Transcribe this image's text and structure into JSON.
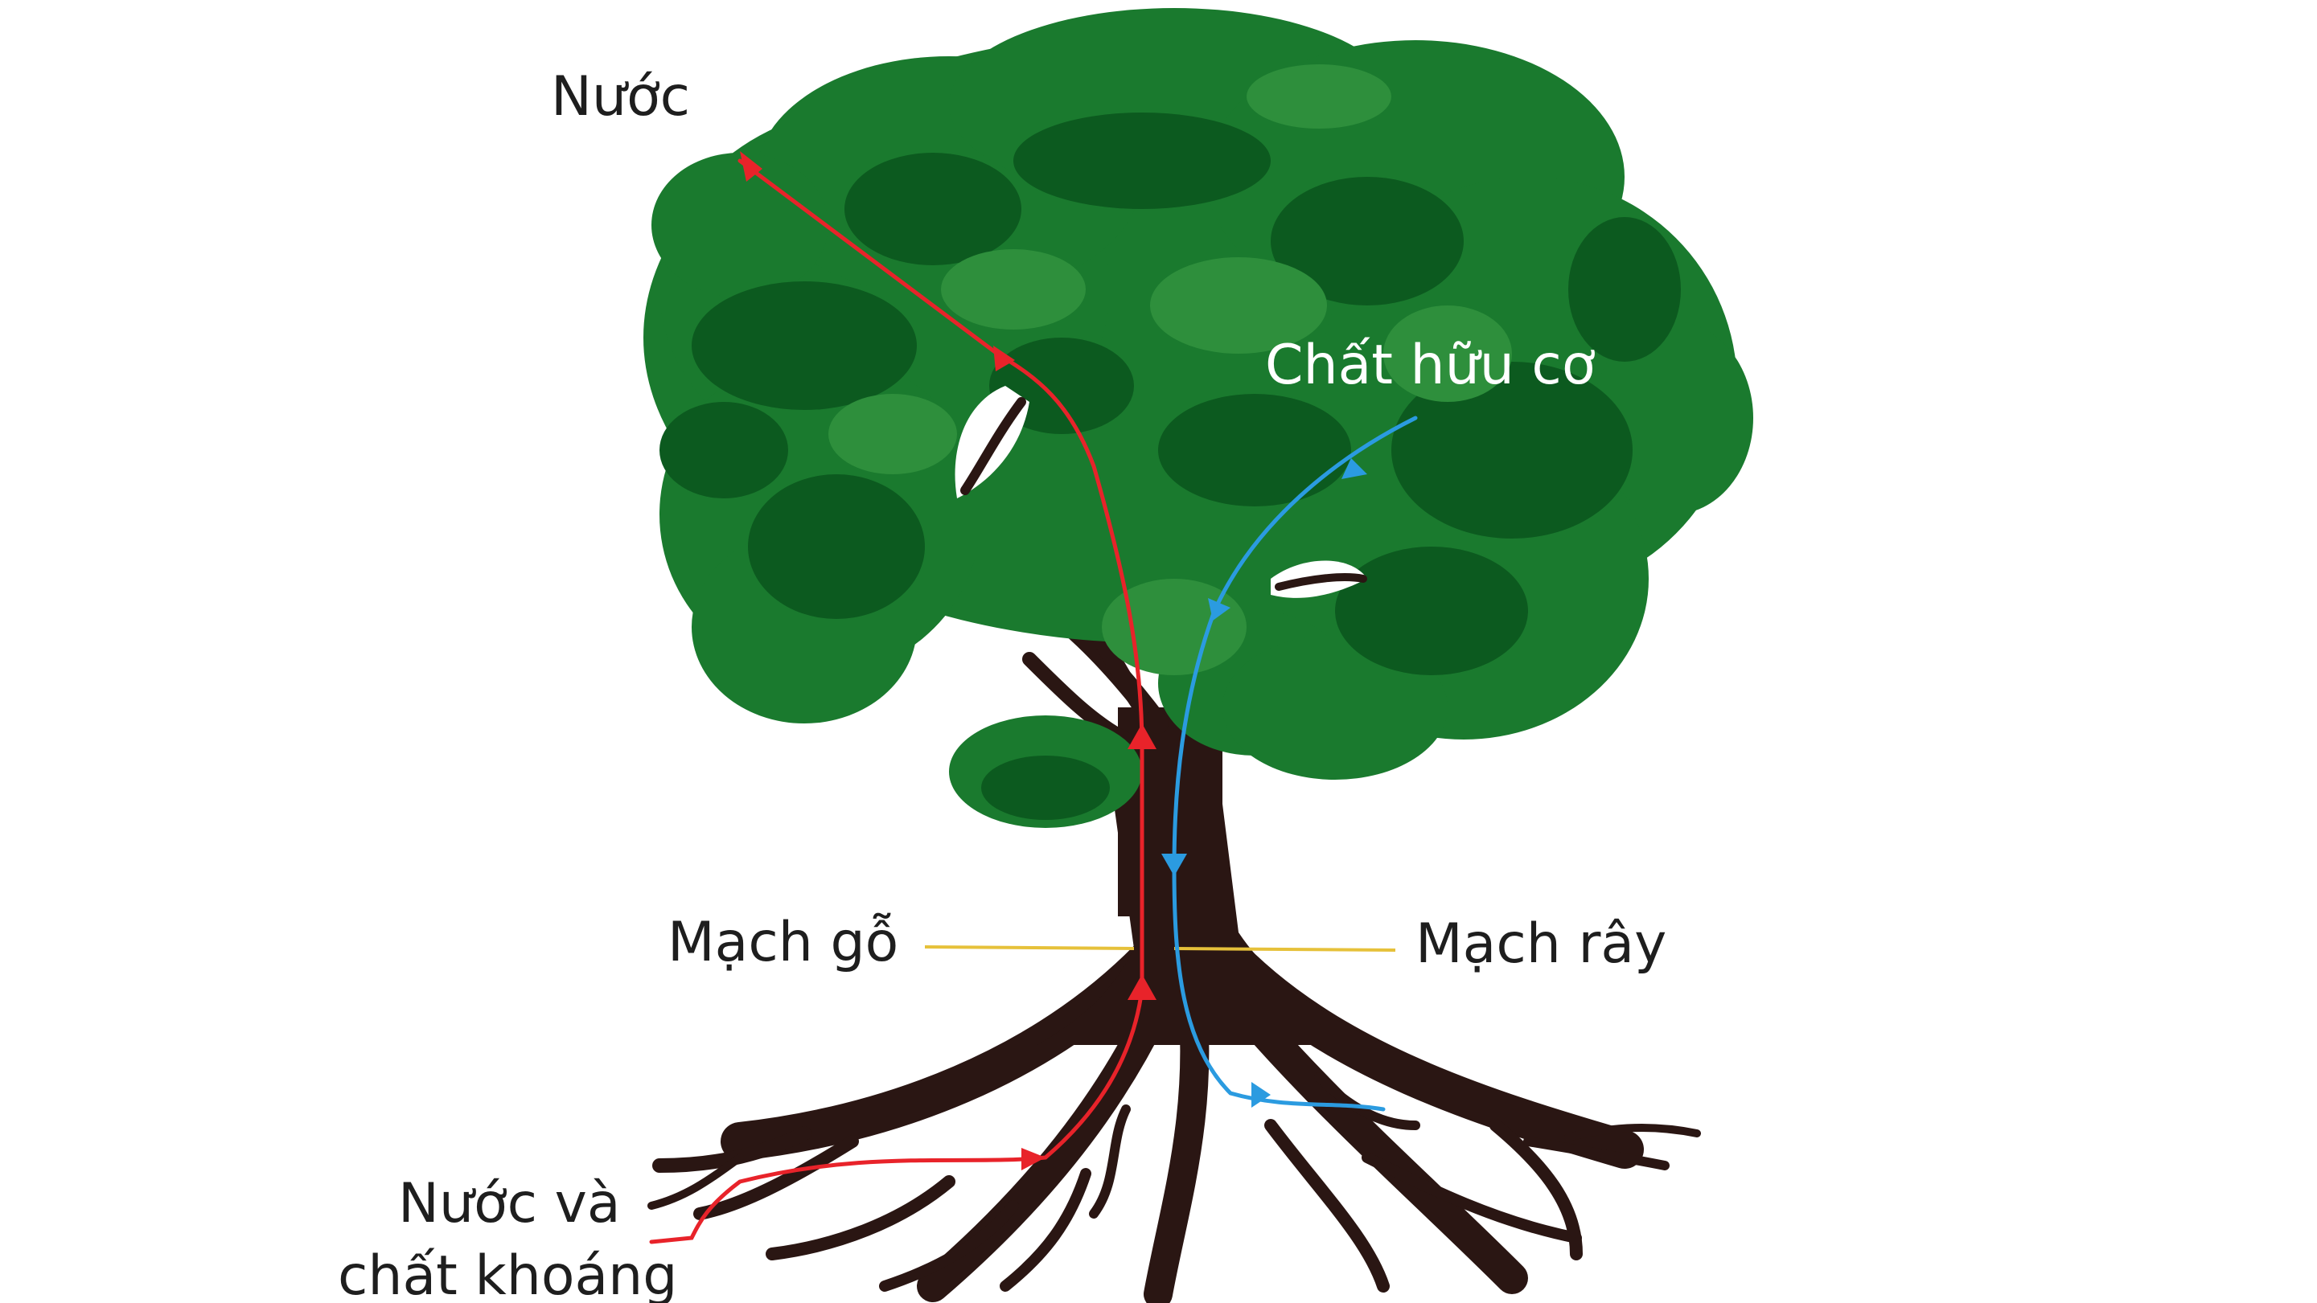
{
  "labels": {
    "water_top": "Nước",
    "organic": "Chất hữu cơ",
    "xylem": "Mạch gỗ",
    "phloem": "Mạch rây",
    "water_minerals_line1": "Nước và",
    "water_minerals_line2": "chất khoáng"
  },
  "colors": {
    "foliage_dark": "#0c5a1f",
    "foliage_mid": "#1a7a2e",
    "foliage_light": "#2e8f3c",
    "trunk": "#2a1613",
    "xylem_flow": "#e8232a",
    "phloem_flow": "#2b9be0",
    "leader_line": "#e6c13a",
    "text": "#1e1e1e",
    "text_on_foliage": "#ffffff"
  },
  "icons": {
    "xylem_arrow": "red-triangle-arrow",
    "phloem_arrow": "blue-triangle-arrow"
  }
}
